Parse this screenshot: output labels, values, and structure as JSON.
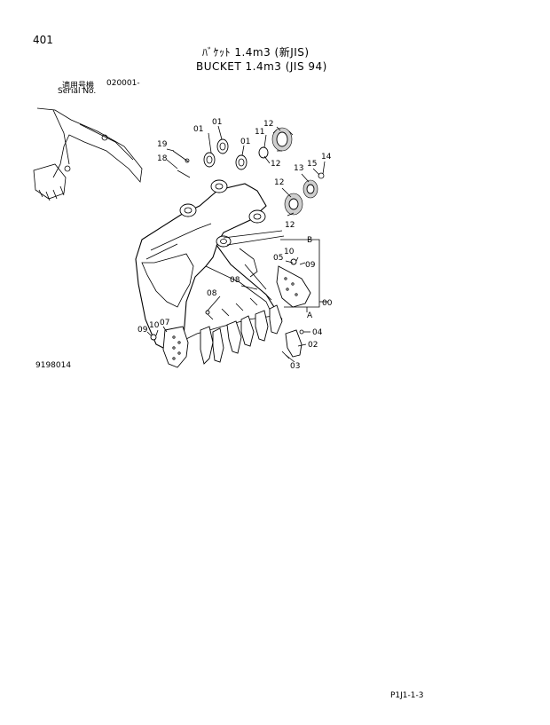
{
  "page": {
    "number": "401",
    "title_jp": "ﾊﾞｹｯﾄ 1.4m3 (新JIS)",
    "title_en": "BUCKET 1.4m3 (JIS 94)",
    "serial_label_jp": "適用号機",
    "serial_value": "020001-",
    "serial_label_en": "Serial No.",
    "figure_id": "9198014",
    "page_code": "P1J1-1-3"
  },
  "callouts": {
    "c01a": "01",
    "c01b": "01",
    "c01c": "01",
    "c11": "11",
    "c12a": "12",
    "c12b": "12",
    "c12c": "12",
    "c12d": "12",
    "c13": "13",
    "c14": "14",
    "c15": "15",
    "c18": "18",
    "c19": "19",
    "cB": "B",
    "cA": "A",
    "c00": "00",
    "c05": "05",
    "c10a": "10",
    "c09a": "09",
    "c08a": "08",
    "c08b": "08",
    "c07": "07",
    "c10b": "10",
    "c09b": "09",
    "c04": "04",
    "c02": "02",
    "c03": "03"
  }
}
